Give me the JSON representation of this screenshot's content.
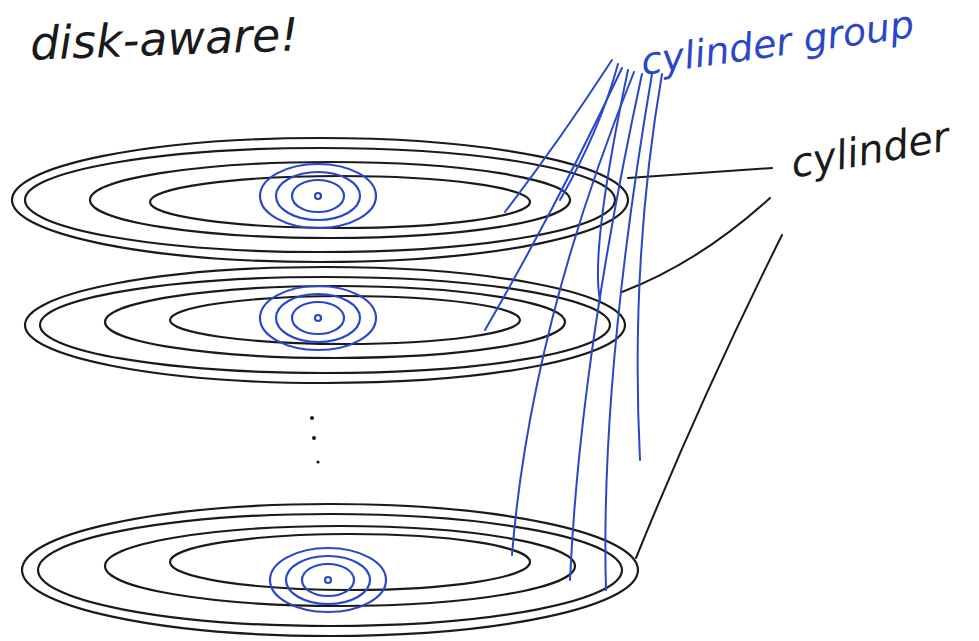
{
  "diagram": {
    "labels": [
      "disk-aware!",
      "cylinder group",
      "cylinder"
    ]
  }
}
